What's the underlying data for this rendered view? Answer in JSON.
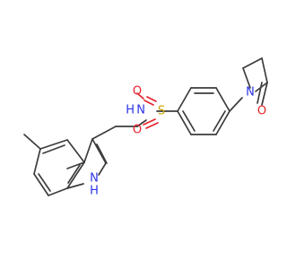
{
  "molecule": {
    "atoms": {
      "n_amide": "N",
      "h_amide": "H",
      "s_sulfonyl": "S",
      "o_sulfonyl_top": "O",
      "o_sulfonyl_bottom": "O",
      "n_pyrrolidinone": "N",
      "o_carbonyl": "O",
      "n_indole": "N",
      "h_indole": "H"
    },
    "colors": {
      "bond": "#3c3c3c",
      "nitrogen": "#2a33e6",
      "oxygen": "#e8222a",
      "sulfur": "#c9a400",
      "text_dark": "#3c3c3c"
    }
  }
}
